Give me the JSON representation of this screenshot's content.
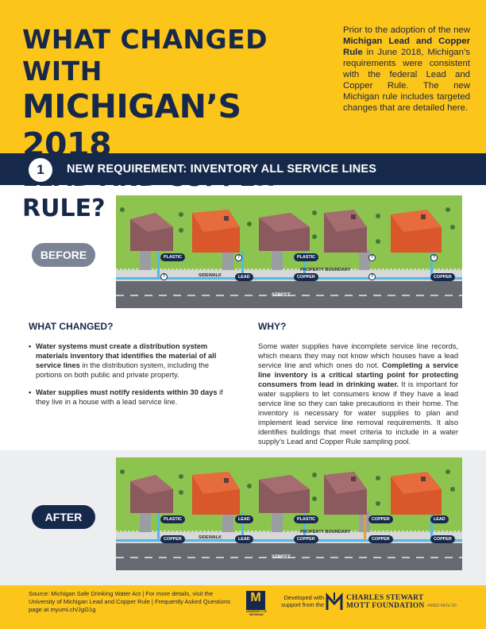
{
  "header": {
    "title_line1": "WHAT CHANGED WITH",
    "title_line2": "MICHIGAN’S 2018",
    "title_line3": "LEAD AND COPPER RULE?",
    "intro_p1": "Prior to the adoption of the new ",
    "intro_bold": "Michigan Lead and Copper Rule",
    "intro_p2": " in June 2018, Michigan’s requirements were consistent with the federal Lead and Copper Rule. The new Michigan rule includes targeted changes that are detailed here."
  },
  "section": {
    "number": "1",
    "title": "NEW REQUIREMENT: INVENTORY ALL SERVICE LINES"
  },
  "illustrations": {
    "before_label": "BEFORE",
    "after_label": "AFTER",
    "sidewalk": "SIDEWALK",
    "property_boundary": "PROPERTY BOUNDARY",
    "street": "STREET",
    "unknown_mark": "?",
    "before_tags": {
      "plastic1": "PLASTIC",
      "lead": "LEAD",
      "plastic2": "PLASTIC",
      "copper1": "COPPER",
      "copper2": "COPPER"
    },
    "after_tags": {
      "plastic1": "PLASTIC",
      "lead1": "LEAD",
      "plastic2": "PLASTIC",
      "copper_top": "COPPER",
      "lead2": "LEAD",
      "copper1": "COPPER",
      "lead3": "LEAD",
      "copper2": "COPPER",
      "copper3": "COPPER",
      "copper4": "COPPER"
    }
  },
  "what_changed": {
    "heading": "WHAT CHANGED?",
    "b1_bold": "Water systems must create a distribution system materials inventory that identifies the material of all service lines",
    "b1_rest": " in the distribution system, including the portions on both public and private property.",
    "b2_bold": "Water supplies must notify residents within 30 days",
    "b2_rest": " if they live in a house with a lead service line."
  },
  "why": {
    "heading": "WHY?",
    "p1": "Some water supplies have incomplete service line records, which means they may not know which houses have a lead service line and which ones do not. ",
    "bold": "Completing a service line inventory is a critical starting point for protecting consumers from lead in drinking water.",
    "p2": " It is important for water suppliers to let consumers know if they have a lead service line so they can take precautions in their home. The inventory is necessary for water supplies to plan and implement lead service line removal requirements. It also identifies buildings that meet criteria to include in a water supply’s Lead and Copper Rule sampling pool."
  },
  "footer": {
    "source_a": "Source: Michigan Safe Drinking Water Act  |  For more details, visit the University of Michigan Lead and Copper Rule  |  Frequently Asked Questions page at ",
    "source_link": "myumi.ch/JgG1g",
    "um_mark": "M",
    "um_text": "UNIVERSITY OF MICHIGAN",
    "developed": "Developed with support from the",
    "mott_line1": "CHARLES STEWART",
    "mott_line2": "MOTT FOUNDATION",
    "code": "44992-NOV-20"
  },
  "colors": {
    "yellow": "#fcc51a",
    "navy": "#17294b",
    "grass": "#8dc44f",
    "roof_red": "#d9572b",
    "roof_brown": "#8b5a5e",
    "water": "#55b7e6",
    "street": "#666a70",
    "pill_gray": "#7b8395"
  }
}
